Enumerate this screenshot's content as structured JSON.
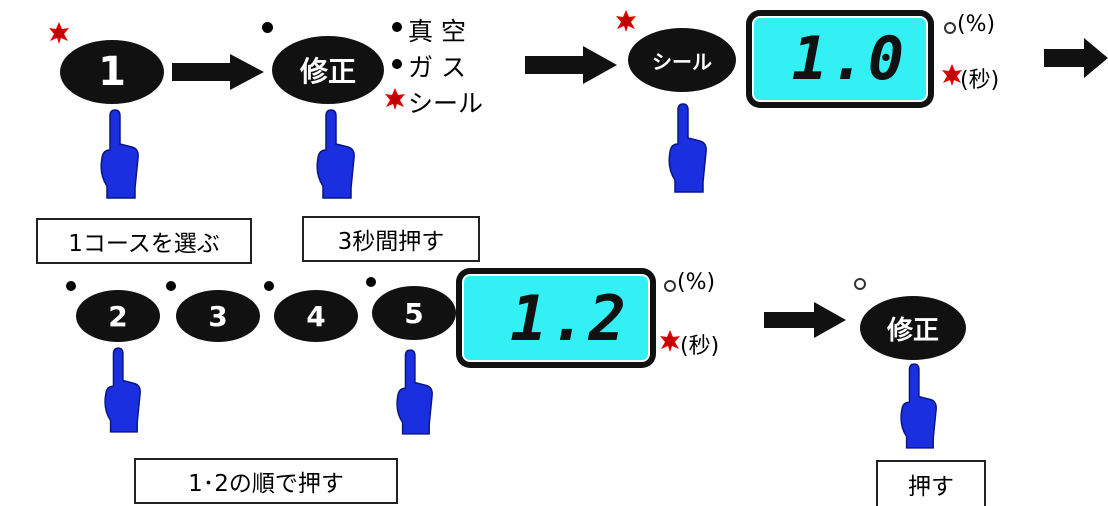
{
  "row1": {
    "button_course": "1",
    "button_modify": "修正",
    "mode_labels": [
      "真 空",
      "ガ ス",
      "シール"
    ],
    "button_seal": "シール",
    "display_value": "1.0",
    "unit_percent": "(%)",
    "unit_seconds": "(秒)"
  },
  "row2": {
    "course_buttons": [
      "2",
      "3",
      "4",
      "5"
    ],
    "display_value": "1.2",
    "unit_percent": "(%)",
    "unit_seconds": "(秒)",
    "button_modify": "修正"
  },
  "captions": {
    "select_course": "1コースを選ぶ",
    "hold_3s": "3秒間押す",
    "press_in_order": "1･2の順で押す",
    "press": "押す"
  },
  "colors": {
    "lcd": "#33f0f4",
    "led_on": "#e00000",
    "hand": "#1a2fe0",
    "button": "#111111"
  },
  "icons": [
    "pointing-hand-icon",
    "right-arrow-icon",
    "led-on-icon",
    "indicator-dot-icon"
  ]
}
